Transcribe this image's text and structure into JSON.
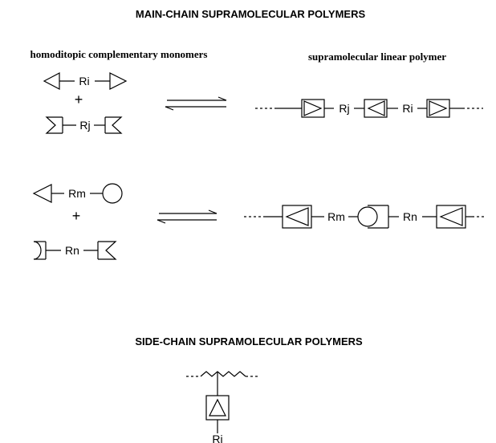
{
  "headings": {
    "main_chain": "MAIN-CHAIN SUPRAMOLECULAR POLYMERS",
    "side_chain": "SIDE-CHAIN SUPRAMOLECULAR POLYMERS"
  },
  "subheadings": {
    "monomers": "homoditopic complementary monomers",
    "linear_polymer": "supramolecular linear polymer"
  },
  "labels": {
    "ri": "Ri",
    "rj": "Rj",
    "rm": "Rm",
    "rn": "Rn",
    "plus": "+"
  }
}
